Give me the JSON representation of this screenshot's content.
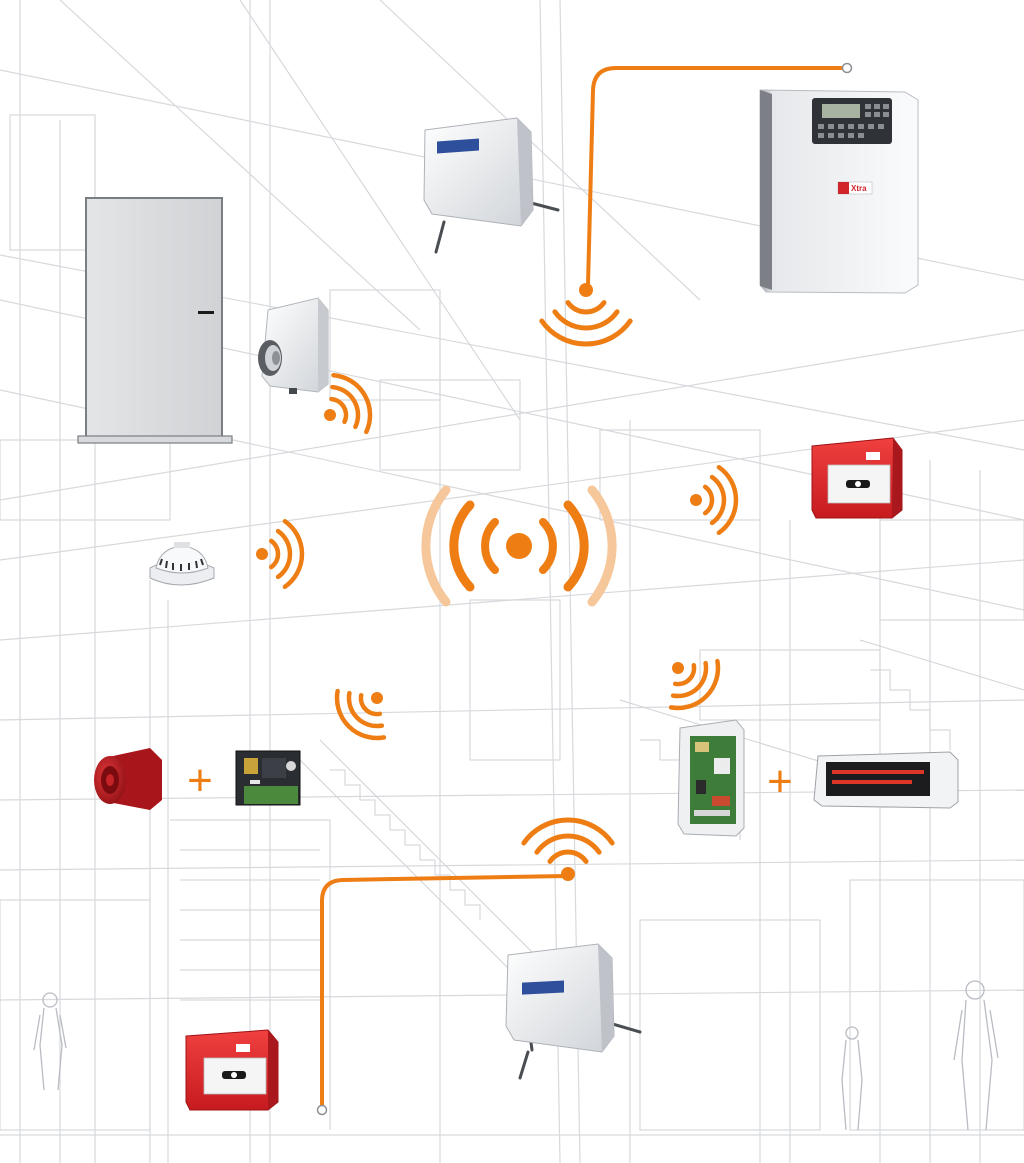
{
  "colors": {
    "background": "#ffffff",
    "sketch_lines": "#d4d6da",
    "sketch_lines_dark": "#b9bcc2",
    "signal": "#ee7d14",
    "signal_light": "#f6c79a",
    "call_point_red": "#e3262b",
    "sounder_red": "#b5161b",
    "device_white": "#f2f3f5",
    "device_grey": "#d3d6da",
    "panel_dark": "#2f3236",
    "display_red": "#ff3a2a"
  },
  "devices": [
    {
      "id": "control-panel",
      "icon": "fire-alarm-control-panel-icon"
    },
    {
      "id": "wireless-expander-top",
      "icon": "wireless-expander-icon"
    },
    {
      "id": "fire-door",
      "icon": "door-icon"
    },
    {
      "id": "door-holder",
      "icon": "magnetic-door-holder-icon"
    },
    {
      "id": "call-point-right",
      "icon": "manual-call-point-icon"
    },
    {
      "id": "smoke-detector",
      "icon": "smoke-detector-icon"
    },
    {
      "id": "central-hub",
      "icon": "wireless-signal-hub-icon"
    },
    {
      "id": "sounder",
      "icon": "alarm-sounder-icon"
    },
    {
      "id": "sounder-module",
      "icon": "wireless-module-board-icon"
    },
    {
      "id": "io-module",
      "icon": "input-output-module-icon"
    },
    {
      "id": "led-display",
      "icon": "led-message-display-icon"
    },
    {
      "id": "wireless-expander-bottom",
      "icon": "wireless-expander-icon"
    },
    {
      "id": "call-point-left",
      "icon": "manual-call-point-icon"
    }
  ],
  "symbols": {
    "plus": "+",
    "panel_brand_mark": "Xtra"
  }
}
